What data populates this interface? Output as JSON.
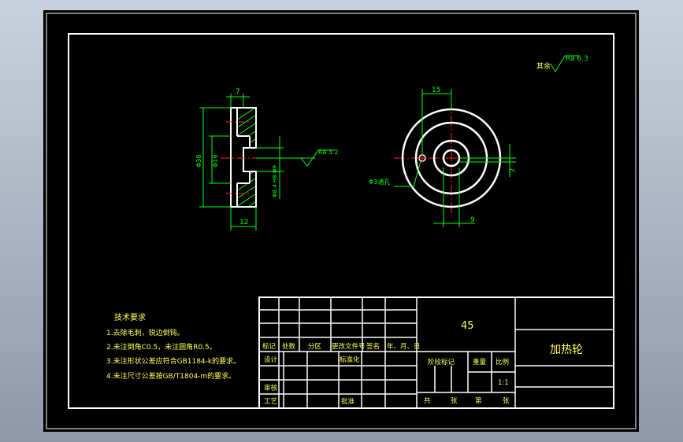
{
  "drawing": {
    "title": "加热轮",
    "material": "45",
    "roughness_note_prefix": "其余",
    "roughness_note_value": "Ra 6.3",
    "section_view": {
      "dim_top": "7",
      "dim_bottom": "12",
      "dim_dia_outer": "Φ38",
      "dim_dia_inner": "Φ16",
      "dim_groove": "Φ8.4 H8",
      "dim_bore": "Φ9",
      "roughness": "Ra 3.2"
    },
    "front_view": {
      "dim_top": "15",
      "dim_right": "2",
      "dim_bottom": "9",
      "hole_label": "Φ3通孔"
    },
    "tech_requirements": {
      "heading": "技术要求",
      "items": [
        "1.去除毛刺，锐边倒钝。",
        "2.未注倒角C0.5，未注圆角R0.5。",
        "3.未注形状公差应符合GB1184-k的要求。",
        "4.未注尺寸公差按GB/T1804-m的要求。"
      ]
    },
    "title_block": {
      "change_headers": [
        "标记",
        "处数",
        "分区",
        "更改文件号",
        "签名",
        "年、月、日"
      ],
      "design": "设计",
      "standardize": "标准化",
      "review": "审核",
      "process": "工艺",
      "approve": "批准",
      "stage_mark": "阶段标记",
      "weight": "重量",
      "scale": "比例",
      "scale_value": "1:1",
      "sheets": [
        "共",
        "张",
        "第",
        "张"
      ]
    }
  }
}
